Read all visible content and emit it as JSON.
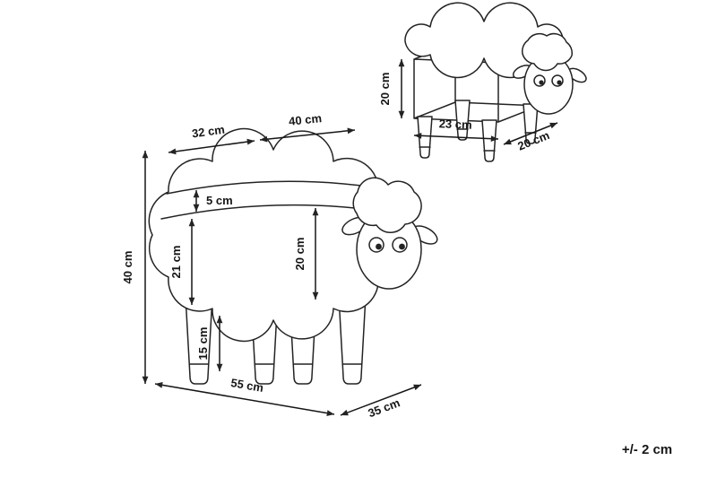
{
  "colors": {
    "ink": "#232323",
    "background": "#ffffff"
  },
  "diagram": {
    "side_view": {
      "lid_front": "32 cm",
      "lid_back": "40 cm",
      "lid_thickness": "5 cm",
      "inner_height": "21 cm",
      "seat_depth": "20 cm",
      "total_height": "40 cm",
      "leg_height": "15 cm",
      "length": "55 cm",
      "width": "35 cm"
    },
    "storage_view": {
      "height": "20 cm",
      "width": "23 cm",
      "depth": "20 cm"
    },
    "tolerance": "+/- 2 cm"
  }
}
